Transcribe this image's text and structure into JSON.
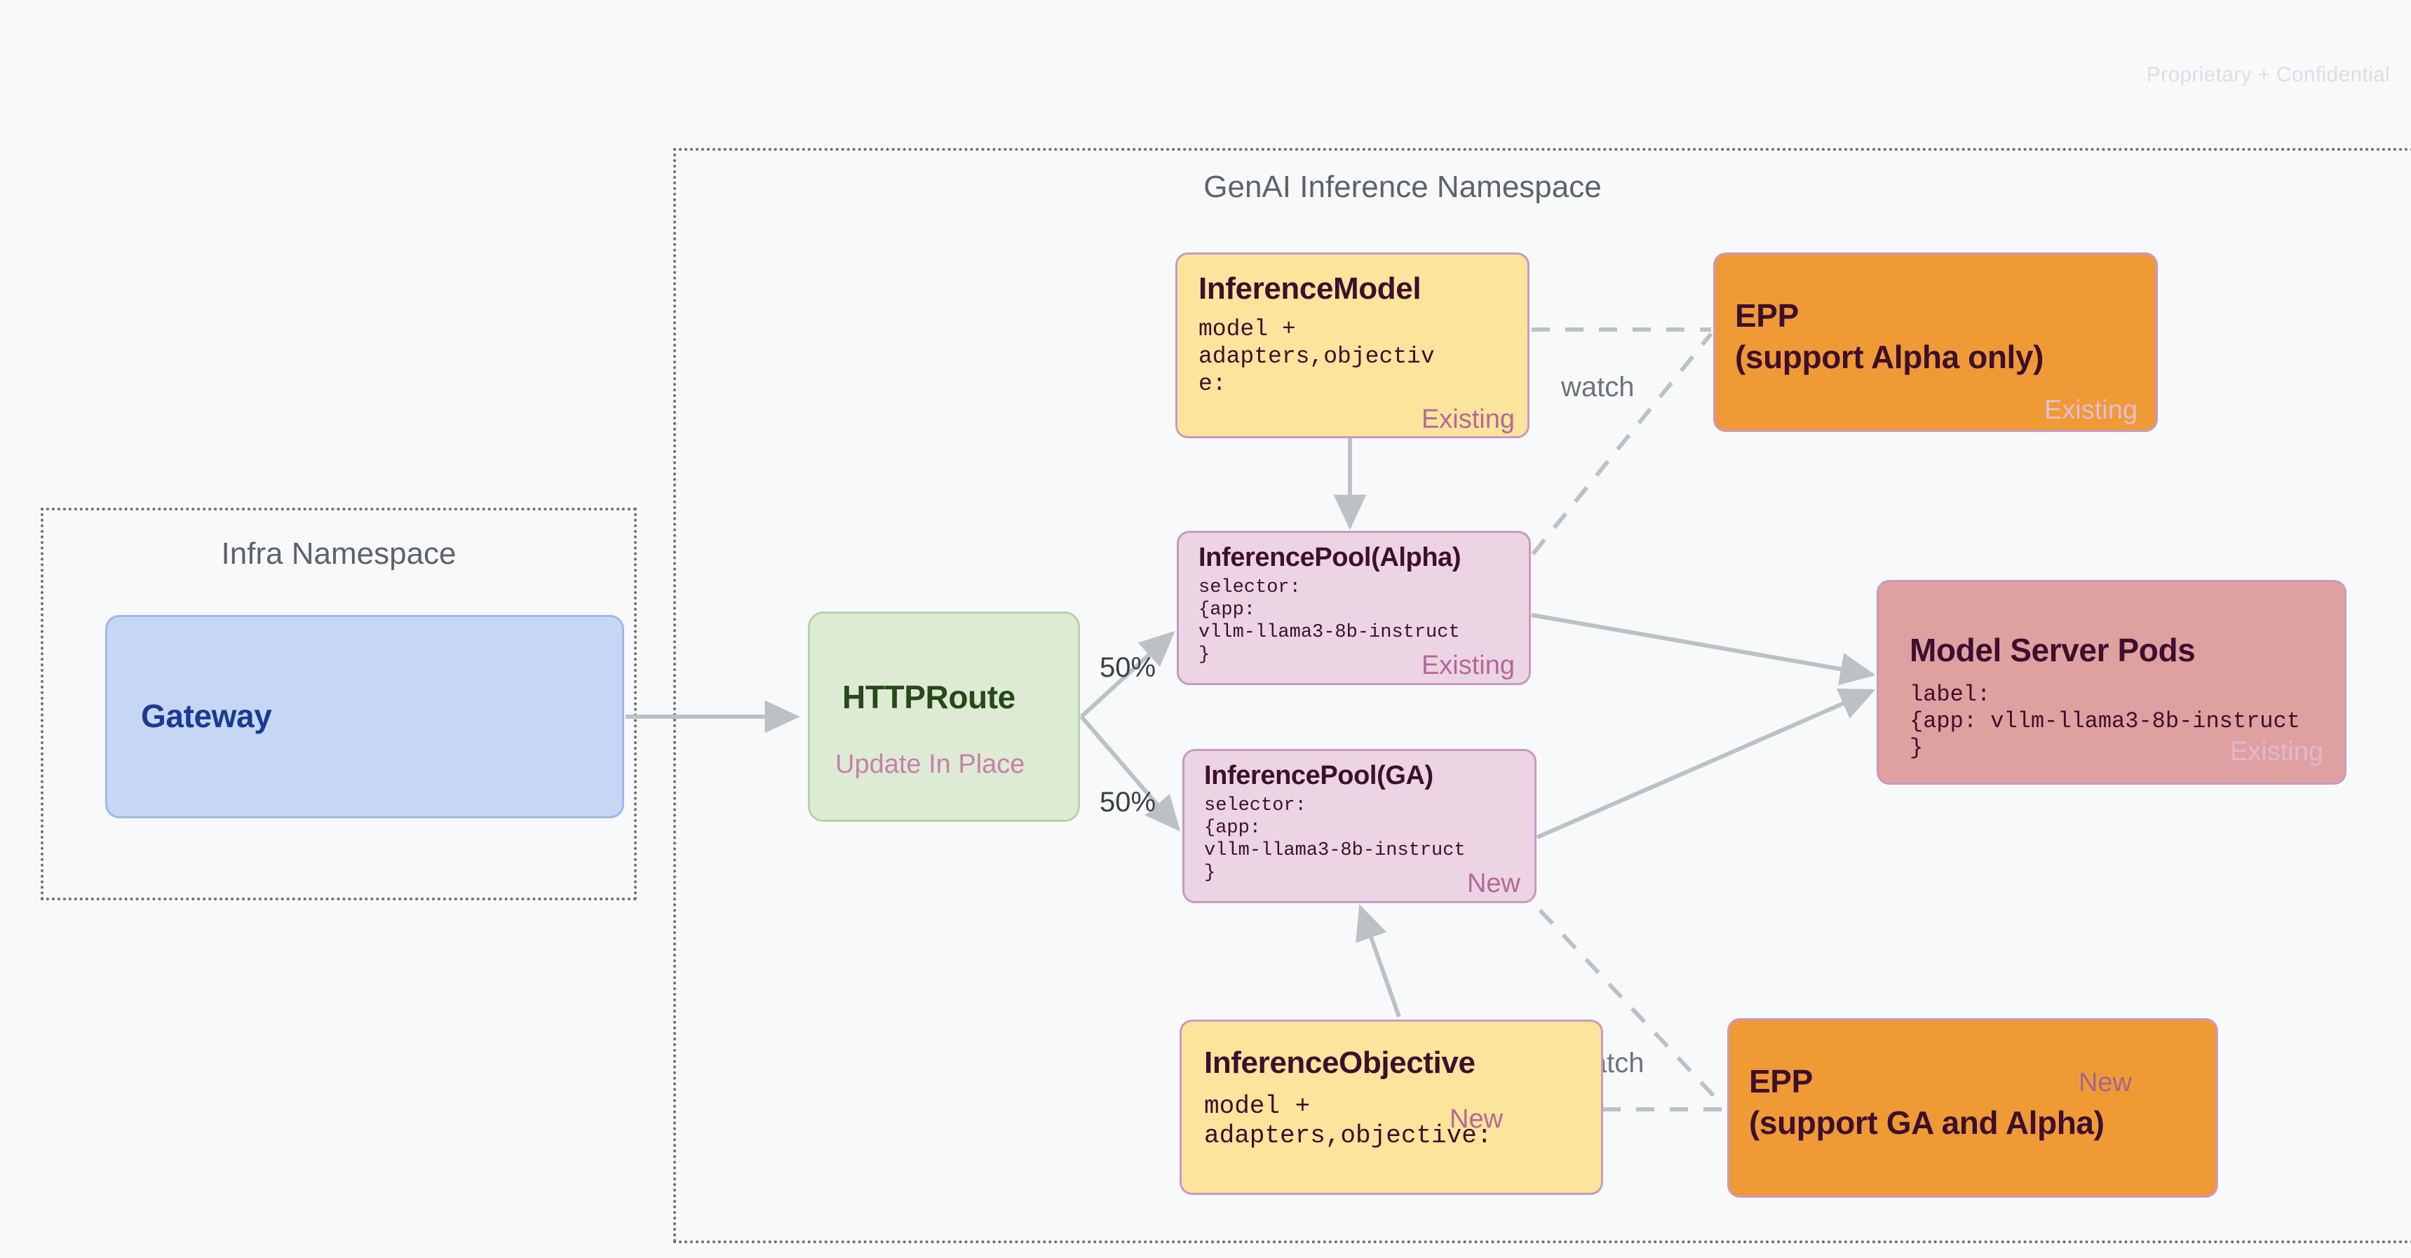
{
  "page": {
    "confidential_note": "Proprietary + Confidential"
  },
  "namespaces": [
    {
      "id": "infra",
      "title": "Infra Namespace"
    },
    {
      "id": "genai",
      "title": "GenAI Inference Namespace"
    }
  ],
  "nodes": {
    "gateway": {
      "title": "Gateway"
    },
    "httproute": {
      "title": "HTTPRoute",
      "subtitle": "Update In Place"
    },
    "inference_model": {
      "title": "InferenceModel",
      "body": "model +\nadapters,objectiv\ne:",
      "status": "Existing"
    },
    "inference_pool_alpha": {
      "title": "InferencePool(Alpha)",
      "body": "selector:\n{app:\nvllm-llama3-8b-instruct\n}",
      "status": "Existing"
    },
    "inference_pool_ga": {
      "title": "InferencePool(GA)",
      "body": "selector:\n{app:\nvllm-llama3-8b-instruct\n}",
      "status": "New"
    },
    "inference_objective": {
      "title": "InferenceObjective",
      "body": "model +\nadapters,objective:",
      "status": "New"
    },
    "epp_alpha": {
      "title": "EPP\n(support Alpha only)",
      "status": "Existing"
    },
    "epp_ga": {
      "title": "EPP\n(support GA and Alpha)",
      "status": "New"
    },
    "model_server_pods": {
      "title": "Model Server Pods",
      "body": "label:\n{app: vllm-llama3-8b-instruct\n}",
      "status": "Existing"
    }
  },
  "edges": {
    "split_top_label": "50%",
    "split_bottom_label": "50%",
    "watch_top_label": "watch",
    "watch_bottom_label": "watch"
  },
  "colors": {
    "background": "#f8f9fb",
    "yellow_node": "#fbe49b",
    "pink_node": "#ecd4e3",
    "orange_node": "#f09a36",
    "red_node": "#dfa0a0",
    "blue_node": "#c6d7f5",
    "green_node": "#ddebd4",
    "node_border": "#c89ac0",
    "tag_pink": "#b5689a",
    "wire_gray": "#bdc1c6",
    "namespace_border": "#6b6f76"
  }
}
